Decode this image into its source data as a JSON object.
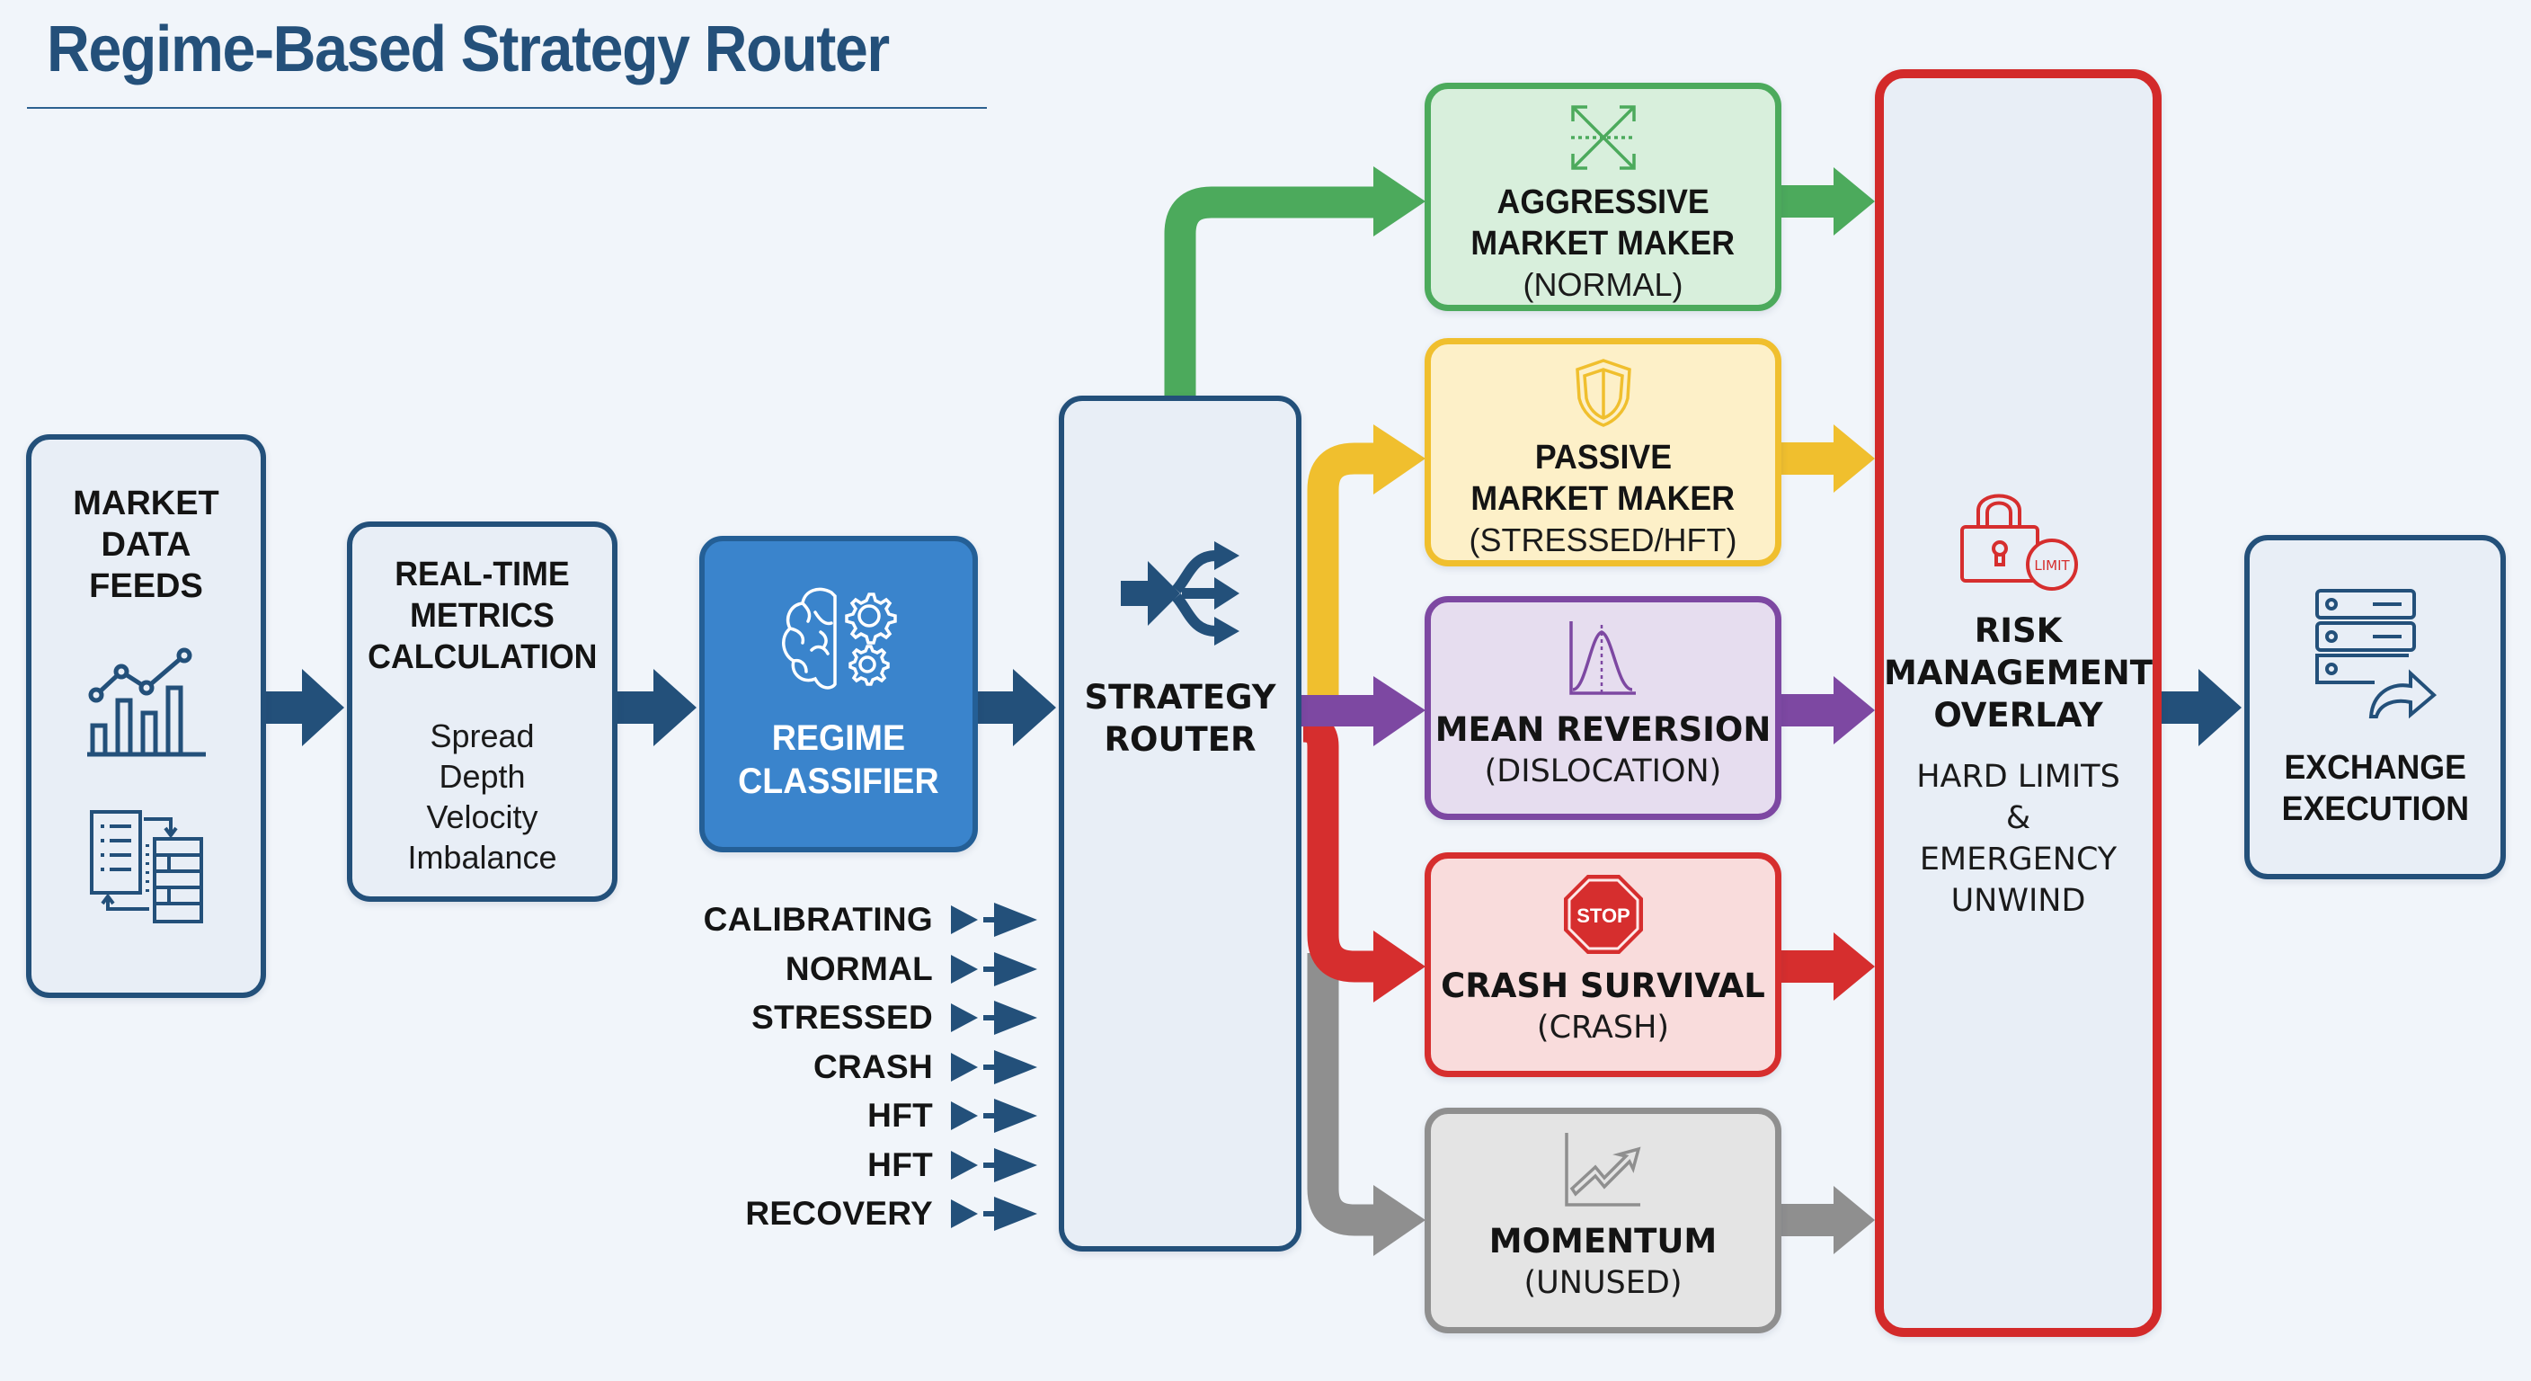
{
  "title": "Regime-Based Strategy Router",
  "colors": {
    "navy": "#23507a",
    "classifier_blue": "#3a84cc",
    "green": "#4caa5c",
    "yellow": "#f0bf2e",
    "purple": "#7d48a2",
    "red": "#d62e2e",
    "gray": "#8f8f8f",
    "background": "#f1f5fa"
  },
  "market_data": {
    "title_lines": [
      "MARKET",
      "DATA",
      "FEEDS"
    ],
    "icons": [
      "bar-line-chart-icon",
      "data-transfer-icon"
    ]
  },
  "metrics": {
    "title_lines": [
      "REAL-TIME",
      "METRICS",
      "CALCULATION"
    ],
    "items": [
      "Spread",
      "Depth",
      "Velocity",
      "Imbalance"
    ]
  },
  "classifier": {
    "title_lines": [
      "REGIME",
      "CLASSIFIER"
    ],
    "icon": "brain-gears-icon"
  },
  "regimes": [
    "CALIBRATING",
    "NORMAL",
    "STRESSED",
    "CRASH",
    "HFT",
    "HFT",
    "RECOVERY"
  ],
  "router": {
    "title_lines": [
      "STRATEGY",
      "ROUTER"
    ],
    "icon": "split-route-icon"
  },
  "strategies": [
    {
      "name_lines": [
        "AGGRESSIVE",
        "MARKET MAKER"
      ],
      "regime": "(NORMAL)",
      "color": "green",
      "icon": "expand-arrows-icon"
    },
    {
      "name_lines": [
        "PASSIVE",
        "MARKET MAKER"
      ],
      "regime": "(STRESSED/HFT)",
      "color": "yellow",
      "icon": "shield-icon"
    },
    {
      "name_lines": [
        "MEAN REVERSION"
      ],
      "regime": "(DISLOCATION)",
      "color": "purple",
      "icon": "bell-curve-icon"
    },
    {
      "name_lines": [
        "CRASH SURVIVAL"
      ],
      "regime": "(CRASH)",
      "color": "red",
      "icon": "stop-sign-icon",
      "icon_text": "STOP"
    },
    {
      "name_lines": [
        "MOMENTUM"
      ],
      "regime": "(UNUSED)",
      "color": "gray",
      "icon": "trend-up-icon"
    }
  ],
  "risk": {
    "title_lines": [
      "RISK",
      "MANAGEMENT",
      "OVERLAY"
    ],
    "detail_lines": [
      "HARD LIMITS",
      "&",
      "EMERGENCY",
      "UNWIND"
    ],
    "icon": "padlock-limit-icon",
    "badge_text": "LIMIT"
  },
  "exchange": {
    "title_lines": [
      "EXCHANGE",
      "EXECUTION"
    ],
    "icon": "server-send-icon"
  }
}
